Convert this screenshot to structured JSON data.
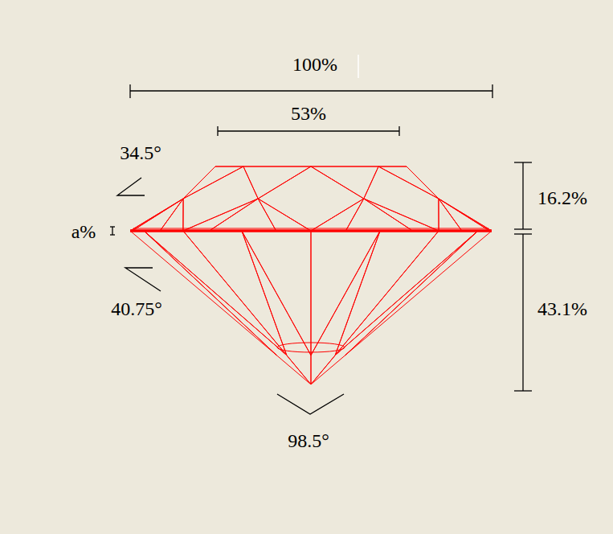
{
  "diagram": {
    "labels": [
      "100%",
      "53%",
      "34.5°",
      "a%",
      "40.75°",
      "16.2%",
      "43.1%",
      "98.5°"
    ]
  }
}
